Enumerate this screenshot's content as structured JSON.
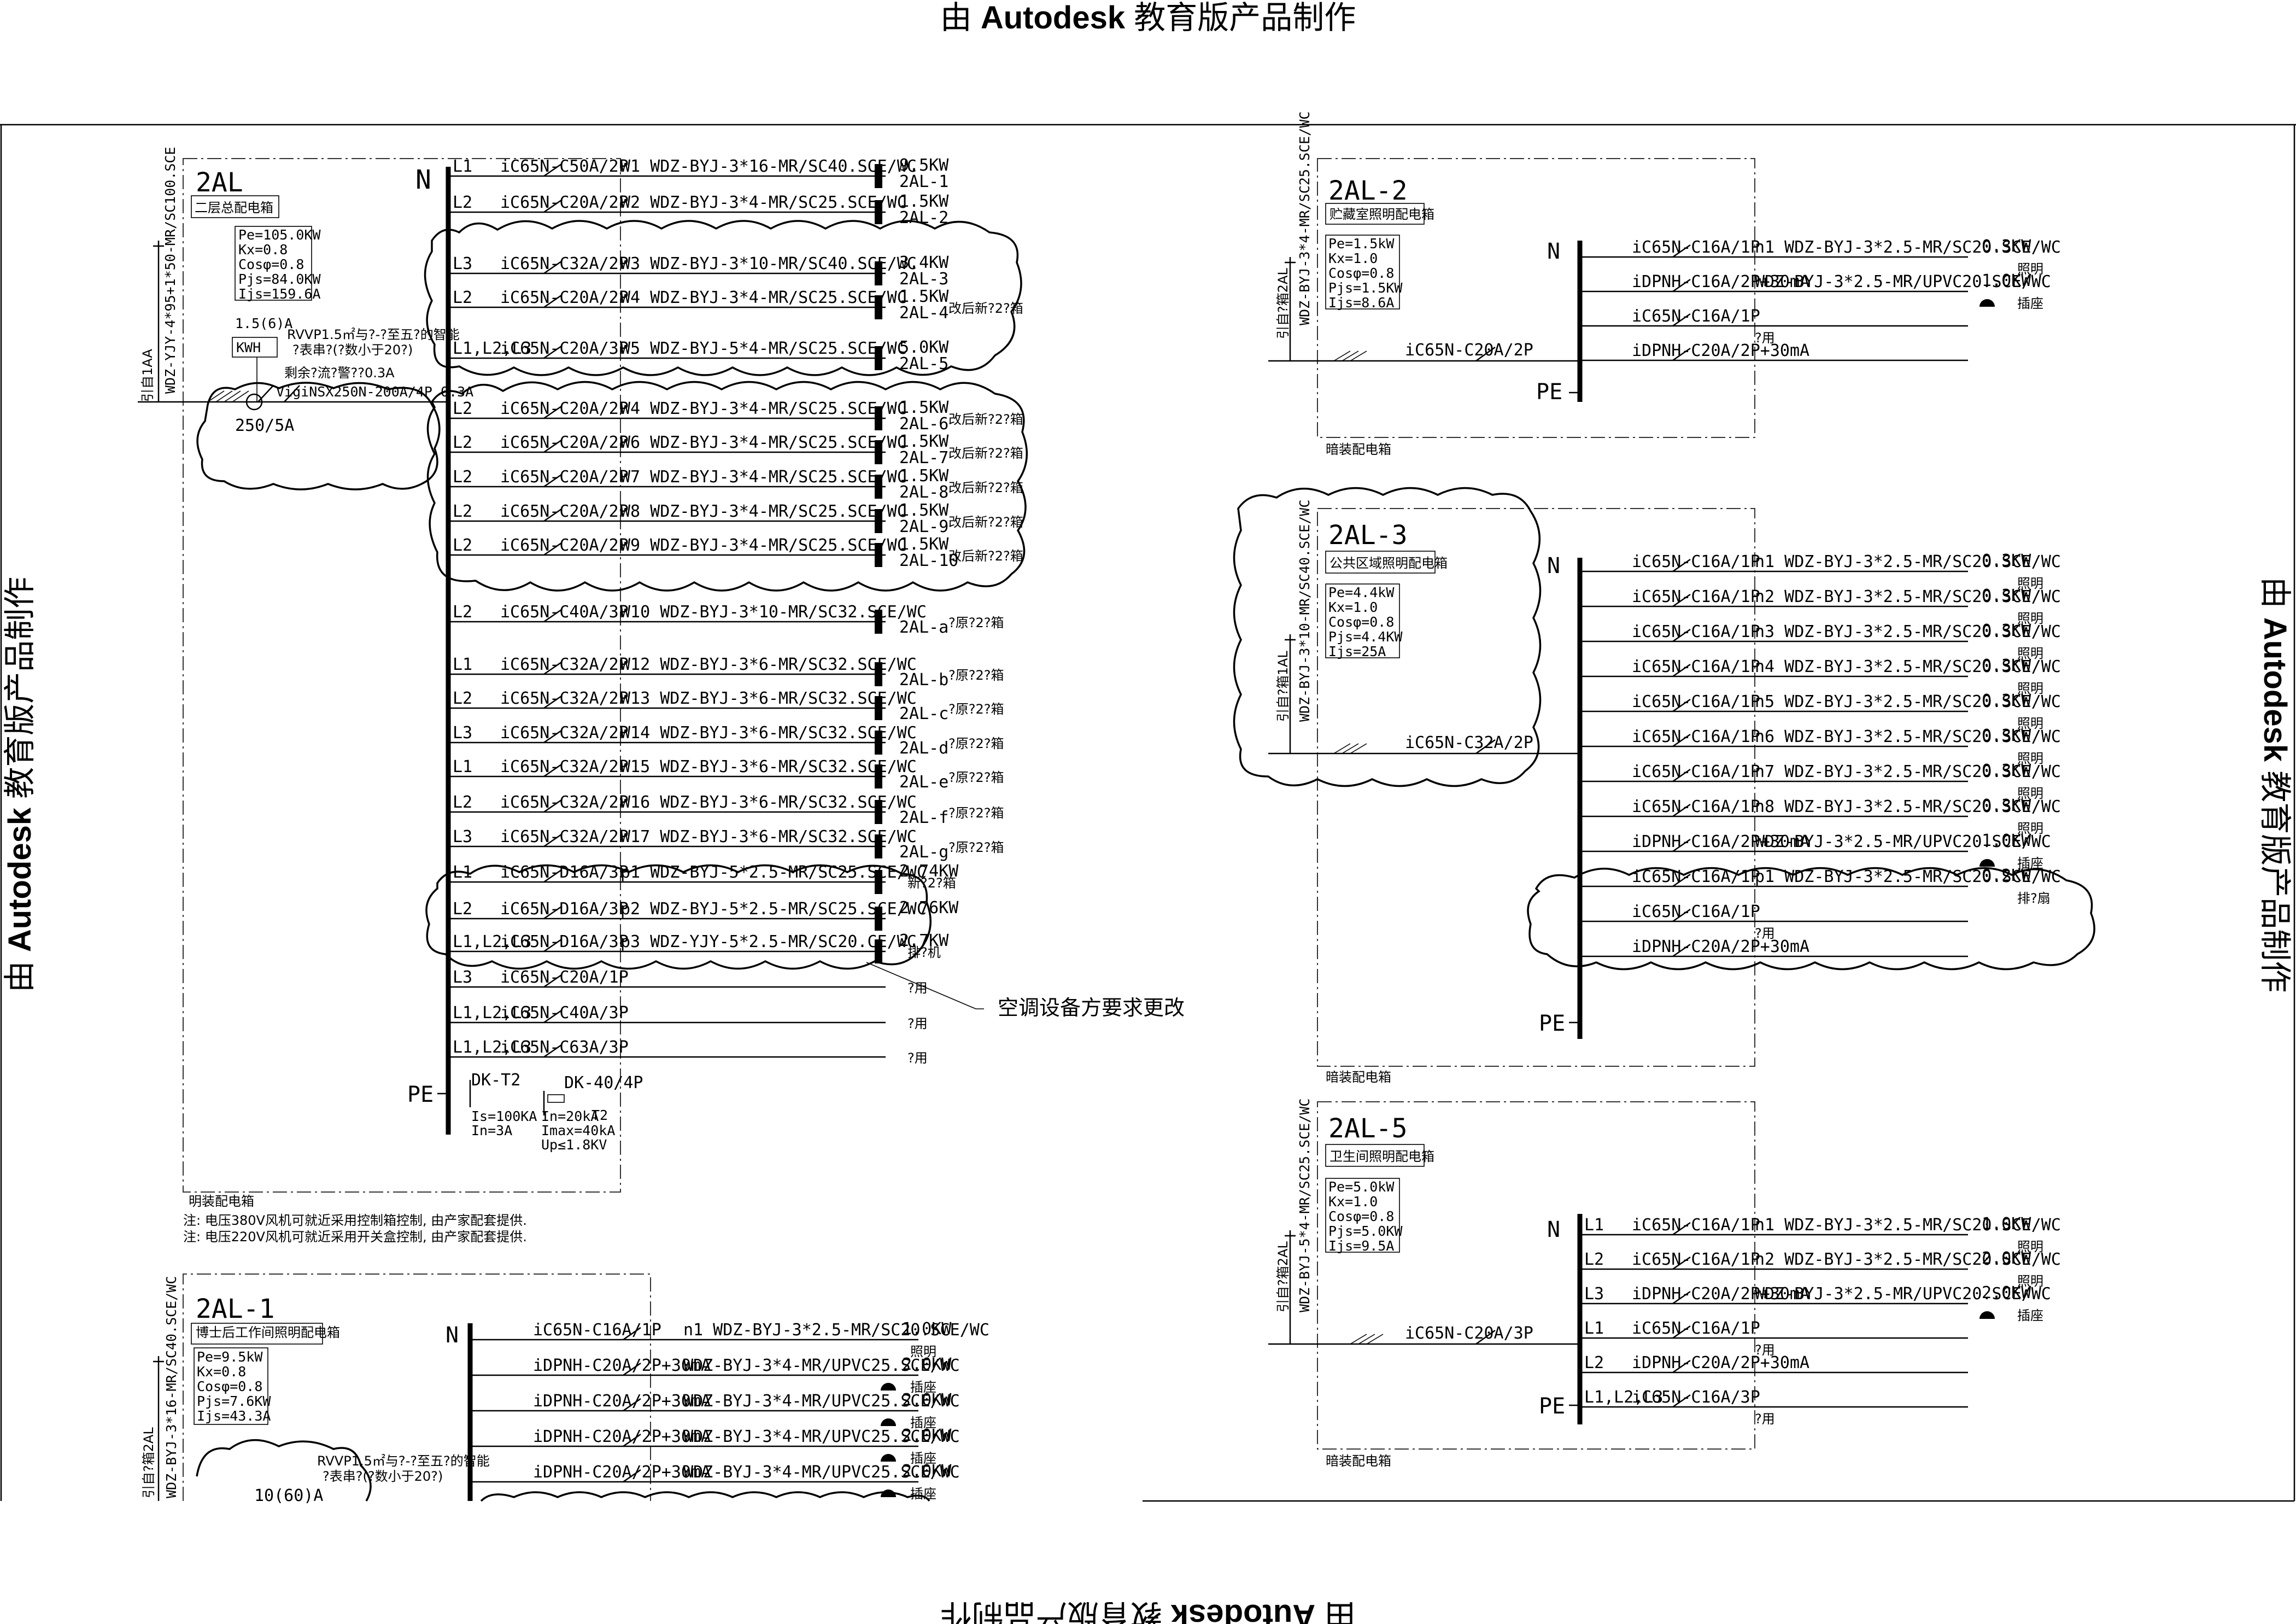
{
  "watermark": "由 Autodesk 教育版产品制作",
  "watermark_prefix": "由 ",
  "watermark_brand": "Autodesk",
  "watermark_suffix": " 教育版产品制作",
  "main_panel": {
    "name": "2AL",
    "desc": "二层总配电箱",
    "params": [
      "Pe=105.0KW",
      "Kx=0.8",
      "Cosφ=0.8",
      "Pjs=84.0KW",
      "Ijs=159.6A"
    ],
    "feeder_cable": "WDZ-YJY-4*95+1*50-MR/SC100.SCE",
    "source": "引自1AA",
    "meter_ct": "1.5(6)A",
    "meter_label": "KWH",
    "meter_note1": "RVVP1.5㎡与?-?至五?的智能",
    "meter_note2": "?表串?(?数小于20?)",
    "leak_note": "剩余?流?警??0.3A",
    "main_breaker": "VigiNSX250N-200A/4P 0.3A",
    "ct_ratio": "250/5A",
    "n_label": "N",
    "pe_label": "PE",
    "spd1_model": "DK-T2",
    "spd2_model": "DK-40/4P",
    "spd2_t2": "T2",
    "spd1_params": [
      "Is=100KA",
      "In=3A"
    ],
    "spd2_params": [
      "In=20kA",
      "Imax=40kA",
      "Up≤1.8KV"
    ],
    "box_type": "明装配电箱",
    "notes": [
      "注: 电压380V风机可就近采用控制箱控制, 由产家配套提供.",
      "注: 电压220V风机可就近采用开关盒控制, 由产家配套提供."
    ],
    "ac_note": "空调设备方要求更改",
    "circuits": [
      {
        "phase": "L1",
        "breaker": "iC65N-C50A/2P",
        "cable": "W1  WDZ-BYJ-3*16-MR/SC40.SCE/WC",
        "load": "9.5KW",
        "target": "2AL-1",
        "remark": ""
      },
      {
        "phase": "L2",
        "breaker": "iC65N-C20A/2P",
        "cable": "W2  WDZ-BYJ-3*4-MR/SC25.SCE/WC",
        "load": "1.5KW",
        "target": "2AL-2",
        "remark": ""
      },
      {
        "phase": "L3",
        "breaker": "iC65N-C32A/2P",
        "cable": "W3  WDZ-BYJ-3*10-MR/SC40.SCE/WC",
        "load": "3.4KW",
        "target": "2AL-3",
        "remark": ""
      },
      {
        "phase": "L2",
        "breaker": "iC65N-C20A/2P",
        "cable": "W4  WDZ-BYJ-3*4-MR/SC25.SCE/WC",
        "load": "1.5KW",
        "target": "2AL-4",
        "remark": "改后新?2?箱"
      },
      {
        "phase": "L1,L2,L3",
        "breaker": "iC65N-C20A/3P",
        "cable": "W5  WDZ-BYJ-5*4-MR/SC25.SCE/WC",
        "load": "5.0KW",
        "target": "2AL-5",
        "remark": ""
      },
      {
        "phase": "L2",
        "breaker": "iC65N-C20A/2P",
        "cable": "W4  WDZ-BYJ-3*4-MR/SC25.SCE/WC",
        "load": "1.5KW",
        "target": "2AL-6",
        "remark": "改后新?2?箱"
      },
      {
        "phase": "L2",
        "breaker": "iC65N-C20A/2P",
        "cable": "W6  WDZ-BYJ-3*4-MR/SC25.SCE/WC",
        "load": "1.5KW",
        "target": "2AL-7",
        "remark": "改后新?2?箱"
      },
      {
        "phase": "L2",
        "breaker": "iC65N-C20A/2P",
        "cable": "W7  WDZ-BYJ-3*4-MR/SC25.SCE/WC",
        "load": "1.5KW",
        "target": "2AL-8",
        "remark": "改后新?2?箱"
      },
      {
        "phase": "L2",
        "breaker": "iC65N-C20A/2P",
        "cable": "W8  WDZ-BYJ-3*4-MR/SC25.SCE/WC",
        "load": "1.5KW",
        "target": "2AL-9",
        "remark": "改后新?2?箱"
      },
      {
        "phase": "L2",
        "breaker": "iC65N-C20A/2P",
        "cable": "W9  WDZ-BYJ-3*4-MR/SC25.SCE/WC",
        "load": "1.5KW",
        "target": "2AL-10",
        "remark": "改后新?2?箱"
      },
      {
        "phase": "L2",
        "breaker": "iC65N-C40A/3P",
        "cable": "W10 WDZ-BYJ-3*10-MR/SC32.SCE/WC",
        "load": "",
        "target": "2AL-a",
        "remark": "?原?2?箱"
      },
      {
        "phase": "L1",
        "breaker": "iC65N-C32A/2P",
        "cable": "W12 WDZ-BYJ-3*6-MR/SC32.SCE/WC",
        "load": "",
        "target": "2AL-b",
        "remark": "?原?2?箱"
      },
      {
        "phase": "L2",
        "breaker": "iC65N-C32A/2P",
        "cable": "W13 WDZ-BYJ-3*6-MR/SC32.SCE/WC",
        "load": "",
        "target": "2AL-c",
        "remark": "?原?2?箱"
      },
      {
        "phase": "L3",
        "breaker": "iC65N-C32A/2P",
        "cable": "W14 WDZ-BYJ-3*6-MR/SC32.SCE/WC",
        "load": "",
        "target": "2AL-d",
        "remark": "?原?2?箱"
      },
      {
        "phase": "L1",
        "breaker": "iC65N-C32A/2P",
        "cable": "W15 WDZ-BYJ-3*6-MR/SC32.SCE/WC",
        "load": "",
        "target": "2AL-e",
        "remark": "?原?2?箱"
      },
      {
        "phase": "L2",
        "breaker": "iC65N-C32A/2P",
        "cable": "W16 WDZ-BYJ-3*6-MR/SC32.SCE/WC",
        "load": "",
        "target": "2AL-f",
        "remark": "?原?2?箱"
      },
      {
        "phase": "L3",
        "breaker": "iC65N-C32A/2P",
        "cable": "W17 WDZ-BYJ-3*6-MR/SC32.SCE/WC",
        "load": "",
        "target": "2AL-g",
        "remark": "?原?2?箱"
      },
      {
        "phase": "L1",
        "breaker": "iC65N-D16A/3P",
        "cable": "p1  WDZ-BYJ-5*2.5-MR/SC25.SCE/WC",
        "load": "2.74KW",
        "target": "",
        "remark": "新?2?箱"
      },
      {
        "phase": "L2",
        "breaker": "iC65N-D16A/3P",
        "cable": "p2  WDZ-BYJ-5*2.5-MR/SC25.SCE/WC",
        "load": "2.76KW",
        "target": "",
        "remark": ""
      },
      {
        "phase": "L1,L2,L3",
        "breaker": "iC65N-D16A/3P",
        "cable": "p3  WDZ-YJY-5*2.5-MR/SC20.CE/WC",
        "load": "2.7KW",
        "target": "",
        "remark": "排?机"
      },
      {
        "phase": "L3",
        "breaker": "iC65N-C20A/1P",
        "cable": "",
        "load": "",
        "target": "",
        "remark": "?用"
      },
      {
        "phase": "L1,L2,L3",
        "breaker": "iC65N-C40A/3P",
        "cable": "",
        "load": "",
        "target": "",
        "remark": "?用"
      },
      {
        "phase": "L1,L2,L3",
        "breaker": "iC65N-C63A/3P",
        "cable": "",
        "load": "",
        "target": "",
        "remark": "?用"
      }
    ]
  },
  "panel_2al1": {
    "name": "2AL-1",
    "desc": "博士后工作间照明配电箱",
    "params": [
      "Pe=9.5kW",
      "Kx=0.8",
      "Cosφ=0.8",
      "Pjs=7.6KW",
      "Ijs=43.3A"
    ],
    "feeder_cable": "WDZ-BYJ-3*16-MR/SC40.SCE/WC",
    "source": "引自?箱2AL",
    "n_label": "N",
    "meter_note1": "RVVP1.5㎡与?-?至五?的智能",
    "meter_note2": "?表串?(?数小于20?)",
    "meter_ct": "10(60)A",
    "circuits": [
      {
        "breaker": "iC65N-C16A/1P",
        "cable": "n1  WDZ-BYJ-3*2.5-MR/SC20.SCE/WC",
        "load": "1.0KW",
        "remark": "照明"
      },
      {
        "breaker": "iDPNH-C20A/2P+30mA",
        "cable": "WDZ-BYJ-3*4-MR/UPVC25.SCE/WC",
        "load": "2.0KW",
        "remark": "插座"
      },
      {
        "breaker": "iDPNH-C20A/2P+30mA",
        "cable": "WDZ-BYJ-3*4-MR/UPVC25.SCE/WC",
        "load": "2.0KW",
        "remark": "插座"
      },
      {
        "breaker": "iDPNH-C20A/2P+30mA",
        "cable": "WDZ-BYJ-3*4-MR/UPVC25.SCE/WC",
        "load": "2.0KW",
        "remark": "插座"
      },
      {
        "breaker": "iDPNH-C20A/2P+30mA",
        "cable": "WDZ-BYJ-3*4-MR/UPVC25.SCE/WC",
        "load": "2.0KW",
        "remark": "插座"
      }
    ]
  },
  "panel_2al2": {
    "name": "2AL-2",
    "desc": "贮藏室照明配电箱",
    "params": [
      "Pe=1.5kW",
      "Kx=1.0",
      "Cosφ=0.8",
      "Pjs=1.5KW",
      "Ijs=8.6A"
    ],
    "feeder_cable": "WDZ-BYJ-3*4-MR/SC25.SCE/WC",
    "source": "引自?箱2AL",
    "incomer": "iC65N-C20A/2P",
    "n_label": "N",
    "pe_label": "PE",
    "box_type": "暗装配电箱",
    "circuits": [
      {
        "breaker": "iC65N-C16A/1P",
        "cable": "n1  WDZ-BYJ-3*2.5-MR/SC20.SCE/WC",
        "load": "0.3KW",
        "remark": "照明"
      },
      {
        "breaker": "iDPNH-C16A/2P+30mA",
        "cable": "WDZ-BYJ-3*2.5-MR/UPVC20.SCE/WC",
        "load": "1.0KW",
        "remark": "插座"
      },
      {
        "breaker": "iC65N-C16A/1P",
        "cable": "",
        "load": "",
        "remark": "?用"
      },
      {
        "breaker": "iDPNH-C20A/2P+30mA",
        "cable": "",
        "load": "",
        "remark": ""
      }
    ]
  },
  "panel_2al3": {
    "name": "2AL-3",
    "desc": "公共区域照明配电箱",
    "params": [
      "Pe=4.4kW",
      "Kx=1.0",
      "Cosφ=0.8",
      "Pjs=4.4KW",
      "Ijs=25A"
    ],
    "feeder_cable": "WDZ-BYJ-3*10-MR/SC40.SCE/WC",
    "source": "引自?箱1AL",
    "incomer": "iC65N-C32A/2P",
    "n_label": "N",
    "pe_label": "PE",
    "box_type": "暗装配电箱",
    "circuits": [
      {
        "breaker": "iC65N-C16A/1P",
        "cable": "n1  WDZ-BYJ-3*2.5-MR/SC20.SCE/WC",
        "load": "0.3KW",
        "remark": "照明"
      },
      {
        "breaker": "iC65N-C16A/1P",
        "cable": "n2  WDZ-BYJ-3*2.5-MR/SC20.SCE/WC",
        "load": "0.3KW",
        "remark": "照明"
      },
      {
        "breaker": "iC65N-C16A/1P",
        "cable": "n3  WDZ-BYJ-3*2.5-MR/SC20.SCE/WC",
        "load": "0.3KW",
        "remark": "照明"
      },
      {
        "breaker": "iC65N-C16A/1P",
        "cable": "n4  WDZ-BYJ-3*2.5-MR/SC20.SCE/WC",
        "load": "0.3KW",
        "remark": "照明"
      },
      {
        "breaker": "iC65N-C16A/1P",
        "cable": "n5  WDZ-BYJ-3*2.5-MR/SC20.SCE/WC",
        "load": "0.3KW",
        "remark": "照明"
      },
      {
        "breaker": "iC65N-C16A/1P",
        "cable": "n6  WDZ-BYJ-3*2.5-MR/SC20.SCE/WC",
        "load": "0.3KW",
        "remark": "照明"
      },
      {
        "breaker": "iC65N-C16A/1P",
        "cable": "n7  WDZ-BYJ-3*2.5-MR/SC20.SCE/WC",
        "load": "0.3KW",
        "remark": "照明"
      },
      {
        "breaker": "iC65N-C16A/1P",
        "cable": "n8  WDZ-BYJ-3*2.5-MR/SC20.SCE/WC",
        "load": "0.3KW",
        "remark": "照明"
      },
      {
        "breaker": "iDPNH-C16A/2P+30mA",
        "cable": "WDZ-BYJ-3*2.5-MR/UPVC20.SCE/WC",
        "load": "1.0KW",
        "remark": "插座"
      },
      {
        "breaker": "iC65N-C16A/1P",
        "cable": "p1  WDZ-BYJ-3*2.5-MR/SC20.SCE/WC",
        "load": "0.2KW",
        "remark": "排?扇"
      },
      {
        "breaker": "iC65N-C16A/1P",
        "cable": "",
        "load": "",
        "remark": "?用"
      },
      {
        "breaker": "iDPNH-C20A/2P+30mA",
        "cable": "",
        "load": "",
        "remark": ""
      }
    ]
  },
  "panel_2al5": {
    "name": "2AL-5",
    "desc": "卫生间照明配电箱",
    "params": [
      "Pe=5.0kW",
      "Kx=1.0",
      "Cosφ=0.8",
      "Pjs=5.0KW",
      "Ijs=9.5A"
    ],
    "feeder_cable": "WDZ-BYJ-5*4-MR/SC25.SCE/WC",
    "source": "引自?箱2AL",
    "incomer": "iC65N-C20A/3P",
    "n_label": "N",
    "pe_label": "PE",
    "box_type": "暗装配电箱",
    "circuits": [
      {
        "phase": "L1",
        "breaker": "iC65N-C16A/1P",
        "cable": "n1  WDZ-BYJ-3*2.5-MR/SC20.SCE/WC",
        "load": "1.0KW",
        "remark": "照明"
      },
      {
        "phase": "L2",
        "breaker": "iC65N-C16A/1P",
        "cable": "n2  WDZ-BYJ-3*2.5-MR/SC20.SCE/WC",
        "load": "2.0KW",
        "remark": "照明"
      },
      {
        "phase": "L3",
        "breaker": "iDPNH-C20A/2P+30mA",
        "cable": "WDZ-BYJ-3*2.5-MR/UPVC20.SCE/WC",
        "load": "2.0KW",
        "remark": "插座"
      },
      {
        "phase": "L1",
        "breaker": "iC65N-C16A/1P",
        "cable": "",
        "load": "",
        "remark": "?用"
      },
      {
        "phase": "L2",
        "breaker": "iDPNH-C20A/2P+30mA",
        "cable": "",
        "load": "",
        "remark": ""
      },
      {
        "phase": "L1,L2,L3",
        "breaker": "iC65N-C16A/3P",
        "cable": "",
        "load": "",
        "remark": "?用"
      }
    ]
  }
}
